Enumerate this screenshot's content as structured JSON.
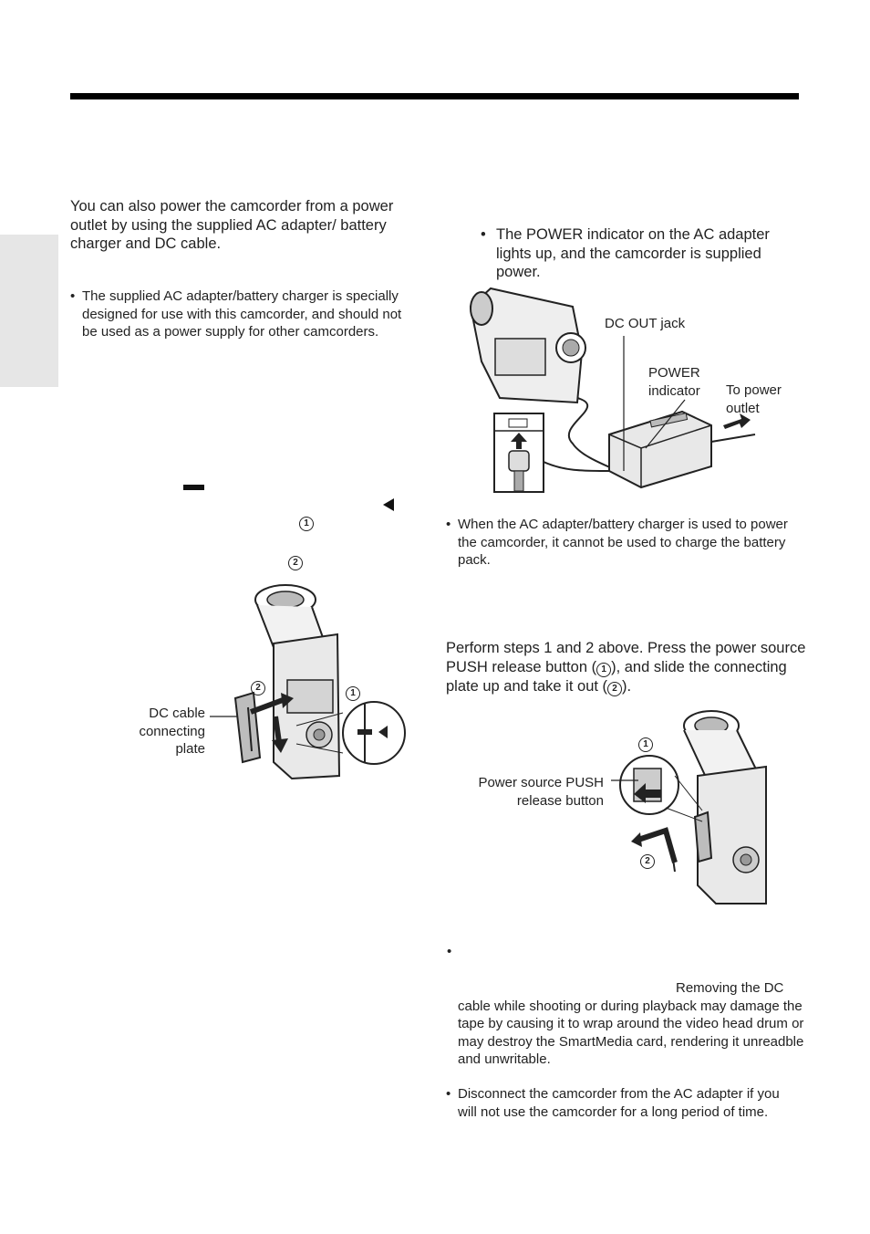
{
  "intro": "You can also power the camcorder from a power outlet by using the supplied AC adapter/ battery charger and DC cable.",
  "left_note": "The supplied AC adapter/battery charger is specially designed for use with this camcorder, and should not be used as a power supply for other camcorders.",
  "step_markers": {
    "one": "1",
    "two": "2"
  },
  "fig_attach": {
    "label": "DC cable connecting plate",
    "step1": "1",
    "step2": "2"
  },
  "right_note_top": "The POWER indicator on the AC adapter lights up, and the camcorder is supplied power.",
  "fig_adapter": {
    "dc_out": "DC OUT jack",
    "power_indicator": "POWER indicator",
    "to_outlet": "To power outlet"
  },
  "right_note_mid": "When the AC adapter/battery charger is used to power the camcorder, it cannot be used to charge the battery pack.",
  "removal": {
    "text_a": "Perform steps 1 and 2 above. Press the power source PUSH release button (",
    "num1": "1",
    "text_b": "), and slide the connecting plate up and take it out (",
    "num2": "2",
    "text_c": ")."
  },
  "fig_remove": {
    "label": "Power source PUSH release button",
    "step1": "1",
    "step2": "2"
  },
  "cautions": {
    "first_tail": "Removing the DC cable while shooting or during playback may damage the tape by causing it to wrap around the video head drum or may destroy the SmartMedia card, rendering it unreadble and unwritable.",
    "second": "Disconnect the camcorder from the AC adapter if you will not use the camcorder for a long period of time."
  },
  "bullet_char": "•"
}
